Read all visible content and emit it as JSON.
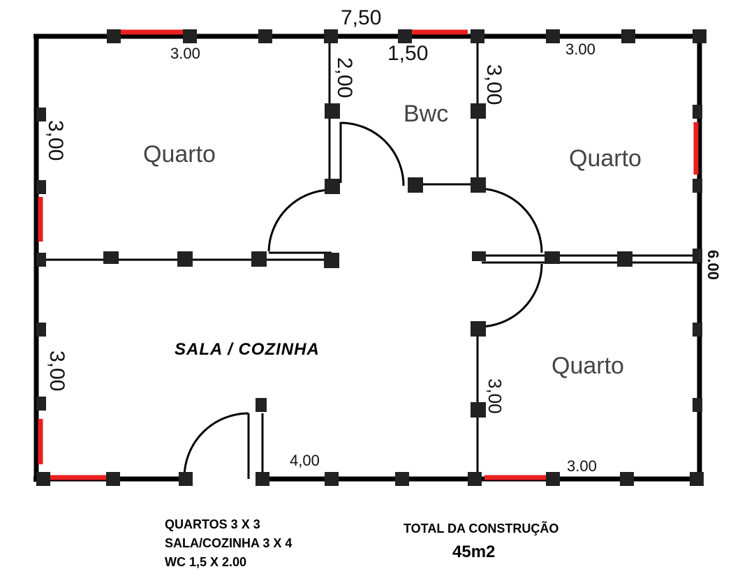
{
  "title": "Planta baixa",
  "colors": {
    "wall": "#000000",
    "window": "#e8201e",
    "column": "#222222",
    "room_text": "#444444"
  },
  "dimensions": {
    "total_width": "7,50",
    "top_left": "3.00",
    "top_center": "1,50",
    "top_right": "3.00",
    "bwc_left": "2,00",
    "bwc_right": "3,00",
    "left_upper": "3,00",
    "left_lower": "3,00",
    "right_height": "6.00",
    "inner_right_lower": "3,00",
    "bottom_center": "4,00",
    "bottom_right": "3.00"
  },
  "rooms": {
    "quarto_top_left": "Quarto",
    "bwc": "Bwc",
    "quarto_top_right": "Quarto",
    "quarto_bottom_right": "Quarto",
    "sala_cozinha": "SALA / COZINHA"
  },
  "notes": {
    "line1": "QUARTOS 3 X 3",
    "line2": "SALA/COZINHA 3 X 4",
    "line3": "WC 1,5 X 2.00"
  },
  "total": {
    "label": "TOTAL DA CONSTRUÇÃO",
    "value": "45m2"
  }
}
